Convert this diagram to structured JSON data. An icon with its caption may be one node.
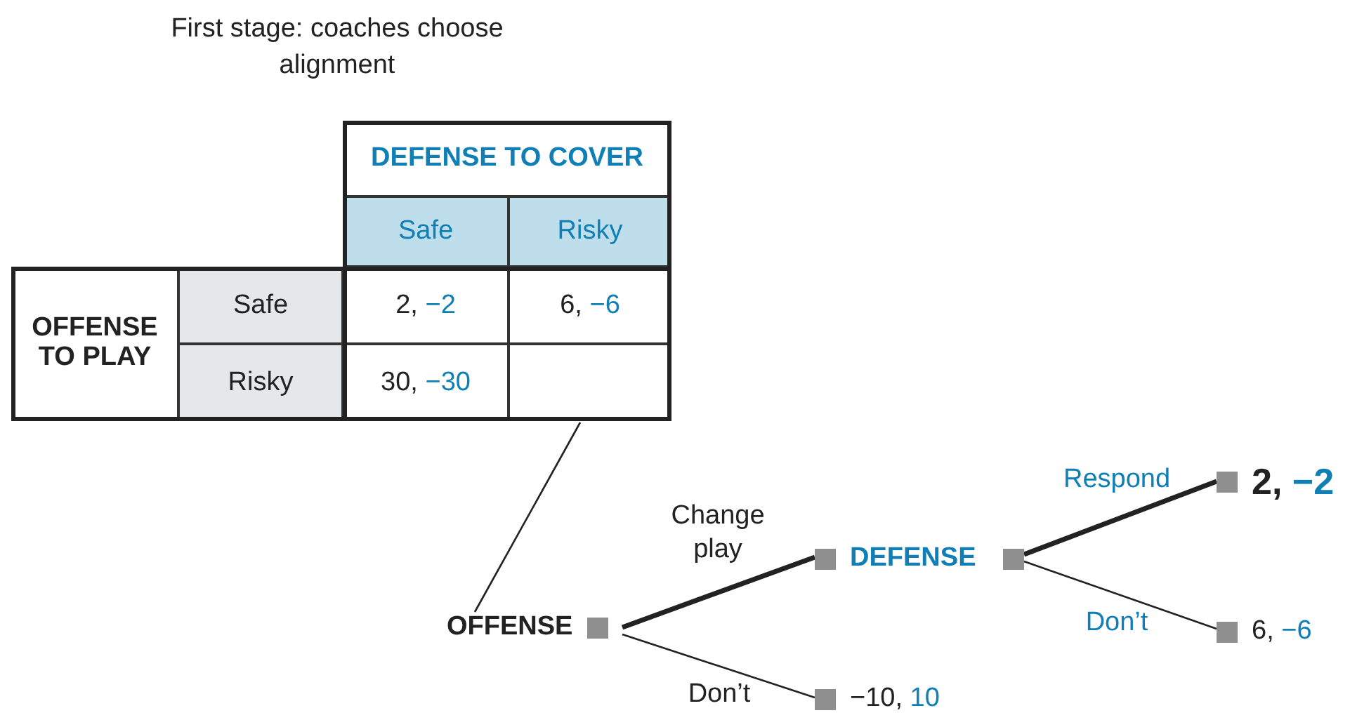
{
  "diagram": {
    "title": "First stage: coaches choose alignment",
    "nodes": [
      {
        "text": [],
        "shape": "box"
      },
      {
        "text": [],
        "shape": "box",
        "beside": [
          "OFFENSE"
        ]
      },
      {
        "text": [],
        "shape": "box",
        "beside": [
          "DEFENSE"
        ]
      },
      {
        "text": [],
        "shape": "box"
      },
      {
        "text": [],
        "shape": "box",
        "beside": [
          "2, −2"
        ]
      },
      {
        "text": [],
        "shape": "box",
        "beside": [
          "6, −6"
        ]
      },
      {
        "text": [],
        "shape": "box",
        "beside": [
          "−10, 10"
        ]
      }
    ],
    "edges": [
      {
        "from": 0,
        "to": 1,
        "arrow": "none"
      },
      {
        "from": 1,
        "to": 2,
        "arrow": "none",
        "label": "Change play",
        "style": "thick"
      },
      {
        "from": 1,
        "to": 6,
        "arrow": "none",
        "label": "Don’t"
      },
      {
        "from": 3,
        "to": 4,
        "arrow": "none",
        "label": "Respond",
        "style": "thick"
      },
      {
        "from": 3,
        "to": 5,
        "arrow": "none",
        "label": "Don’t"
      }
    ],
    "labels": [
      "DEFENSE TO COVER",
      "Safe",
      "Risky",
      "OFFENSE TO PLAY",
      "Safe",
      "2, −2",
      "6, −6",
      "Risky",
      "30, −30"
    ]
  }
}
